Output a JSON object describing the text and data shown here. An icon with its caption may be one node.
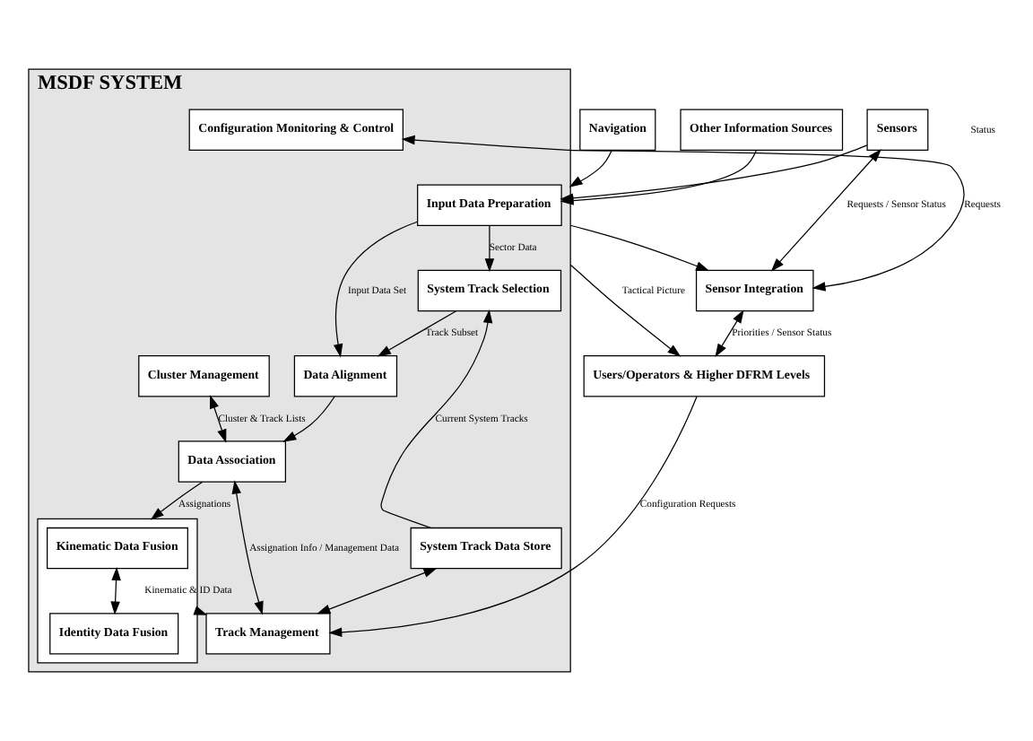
{
  "diagram": {
    "nodes": [
      {
        "text": [
          "MSDF SYSTEM"
        ]
      },
      {
        "text": [
          "Navigation"
        ]
      },
      {
        "text": [
          "Other Information Sources"
        ]
      },
      {
        "text": [
          "Sensors"
        ]
      },
      {
        "text": [
          "Input Data Preparation"
        ],
        "in": 0
      },
      {
        "text": [
          "Cluster Management"
        ],
        "in": 0
      },
      {
        "text": [
          "Data Alignment"
        ],
        "in": 0
      },
      {
        "text": [
          "Data Association"
        ],
        "in": 0
      },
      {
        "text": [
          "System Track Selection"
        ],
        "in": 0
      },
      {
        "text": [],
        "shape": "box",
        "in": 0
      },
      {
        "text": [
          "Kinematic Data Fusion"
        ],
        "in": 9
      },
      {
        "text": [
          "Identity Data Fusion"
        ],
        "in": 9
      },
      {
        "text": [
          "Configuration Monitoring & Control"
        ],
        "in": 0
      },
      {
        "text": [
          "System Track Data Store"
        ],
        "in": 0
      },
      {
        "text": [
          "Track Management"
        ],
        "in": 0
      },
      {
        "text": [
          "Sensor Integration"
        ]
      },
      {
        "text": [
          "Users/Operators & Higher DFRM Levels"
        ]
      }
    ],
    "edges": [
      {
        "from": 1,
        "to": 0,
        "arrow": "to"
      },
      {
        "from": 2,
        "to": 4,
        "arrow": "to"
      },
      {
        "from": 3,
        "to": 4,
        "arrow": "to"
      },
      {
        "from": 4,
        "to": 6,
        "arrow": "to",
        "label": "Input Data Set"
      },
      {
        "from": 4,
        "to": 8,
        "arrow": "to",
        "label": "Sector Data"
      },
      {
        "from": 8,
        "to": 6,
        "arrow": "to",
        "label": "Track Subset"
      },
      {
        "from": 6,
        "to": 7,
        "arrow": "to"
      },
      {
        "from": 5,
        "to": 7,
        "arrow": "both",
        "label": "Cluster & Track Lists"
      },
      {
        "from": 7,
        "to": 9,
        "arrow": "to",
        "label": "Assignations"
      },
      {
        "from": 10,
        "to": 11,
        "arrow": "both"
      },
      {
        "from": 9,
        "to": 14,
        "arrow": "to",
        "label": "Kinematic & ID Data"
      },
      {
        "from": 7,
        "to": 14,
        "arrow": "both",
        "label": "Assignation Info / Management Data"
      },
      {
        "from": 13,
        "to": 8,
        "arrow": "to",
        "label": "Current System Tracks"
      },
      {
        "from": 13,
        "to": 14,
        "arrow": "both"
      },
      {
        "from": 3,
        "to": 15,
        "arrow": "both",
        "label": "Requests / Sensor Status"
      },
      {
        "from": 15,
        "to": 12,
        "arrow": "both",
        "label": "Requests"
      },
      {
        "from": 0,
        "to": 16,
        "arrow": "to",
        "label": "Tactical Picture"
      },
      {
        "from": 0,
        "to": 15,
        "arrow": "to"
      },
      {
        "from": 15,
        "to": 16,
        "arrow": "both",
        "label": "Priorities / Sensor Status"
      },
      {
        "from": 16,
        "to": 14,
        "arrow": "to",
        "label": "Configuration Requests"
      }
    ],
    "labels": [
      "Status"
    ]
  }
}
